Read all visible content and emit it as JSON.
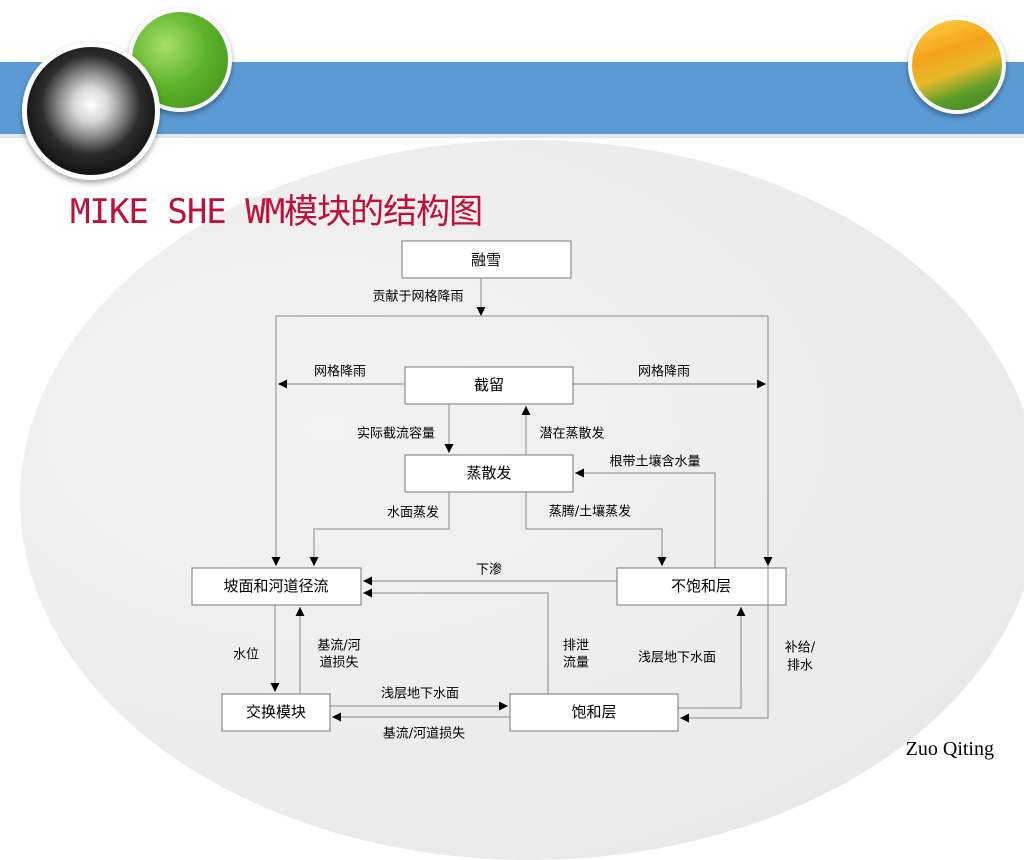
{
  "slide": {
    "title": "MIKE SHE WM模块的结构图",
    "author": "Zuo Qiting"
  },
  "diagram": {
    "boxes": {
      "snowmelt": "融雪",
      "interception": "截留",
      "evapotranspiration": "蒸散发",
      "overland": "坡面和河道径流",
      "unsaturated": "不饱和层",
      "exchange": "交换模块",
      "saturated": "饱和层"
    },
    "labels": {
      "contribute_rain": "贡献于网格降雨",
      "grid_rain_left": "网格降雨",
      "grid_rain_right": "网格降雨",
      "actual_capacity": "实际截流容量",
      "potential_et": "潜在蒸散发",
      "root_moisture": "根带土壤含水量",
      "water_evap": "水面蒸发",
      "soil_evap": "蒸腾/土壤蒸发",
      "infiltration": "下渗",
      "water_level": "水位",
      "baseflow_loss_1": "基流/河",
      "baseflow_loss_2": "道损失",
      "drain_1": "排泄",
      "drain_2": "流量",
      "shallow_gw_right": "浅层地下水面",
      "recharge_1": "补给/",
      "recharge_2": "排水",
      "shallow_gw_bottom": "浅层地下水面",
      "baseflow_loss_bottom": "基流/河道损失"
    }
  }
}
